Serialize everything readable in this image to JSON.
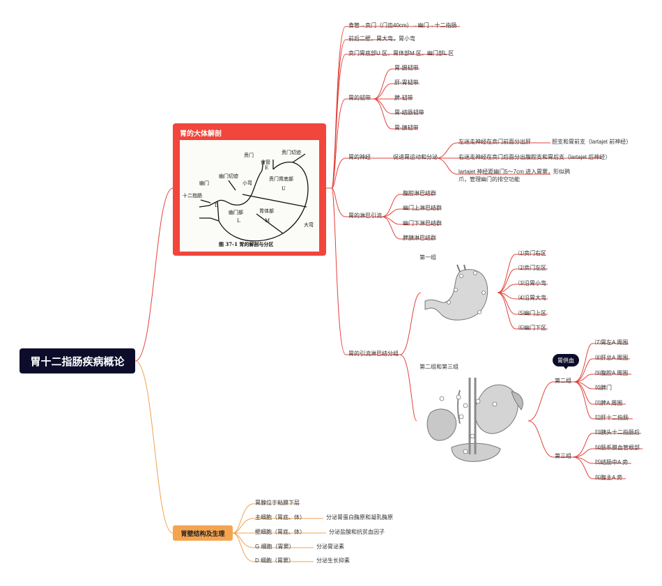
{
  "root": {
    "label": "胃十二指肠疾病概论"
  },
  "anatomy": {
    "title": "胃的大体解剖",
    "figure": {
      "caption": "图 37-1   胃的解剖与分区",
      "labels": {
        "cardia": "贲门",
        "cardiac_notch": "贲门切迹",
        "esophagus": "食管",
        "e": "E",
        "fundus": "贲门胃底部",
        "u": "U",
        "pylorus_notch": "幽门切迹",
        "lesser_curvature": "小弯",
        "pylorus": "幽门",
        "duodenum": "十二指肠",
        "d": "D",
        "pyloric_part": "幽门部",
        "l": "L",
        "body": "胃体部",
        "m": "M",
        "greater_curvature": "大弯"
      }
    },
    "items": [
      "食管→贲门（门齿40cm）→幽门→十二指肠",
      "前后二壁，胃大弯，胃小弯",
      "贲门胃底部U 区、胃体部M 区、幽门部L 区"
    ],
    "ligaments": {
      "label": "胃的韧带",
      "items": [
        "胃-膈韧带",
        "肝-胃韧带",
        "脾-韧带",
        "胃-结肠韧带",
        "胃-胰韧带"
      ]
    },
    "nerves": {
      "label": "胃的神经",
      "sub": "促进胃运动和分泌",
      "items": [
        {
          "text": "左迷走神经在贲门前面分出肝",
          "extra": "胆支和胃前支（lartajet 前神经）"
        },
        {
          "text": "右迷走神经在贲门后面分出腹腔支和胃后支（lartajet 后神经）",
          "extra": ""
        },
        {
          "text": "lartajet 神经距幽门5～7cm 进入胃窦，形似鸦",
          "line2": "爪，管理幽门的排空功能"
        }
      ]
    },
    "lymph": {
      "label": "胃的淋巴引流",
      "items": [
        "腹腔淋巴结群",
        "幽门上淋巴结群",
        "幽门下淋巴结群",
        "脾胰淋巴结群"
      ]
    },
    "lymph_groups": {
      "label": "胃的引流淋巴结分组",
      "group1": {
        "label": "第一组",
        "items": [
          "⑴贲门右区",
          "⑵贲门左区",
          "⑶沿胃小弯",
          "⑷沿胃大弯",
          "⑸幽门上区",
          "⑹幽门下区"
        ]
      },
      "group23_label": "第二组和第三组",
      "badge": "胃供血",
      "group2": {
        "label": "第二组",
        "items": [
          "⑺胃左A 周围",
          "⑻肝总A 周围",
          "⑼腹腔A 周围",
          "⑽脾门",
          "⑾脾A 周围",
          "⑿肝十二指肠"
        ]
      },
      "group3": {
        "label": "第三组",
        "items": [
          "⒀胰头十二指肠后",
          "⒁肠系膜血管根部",
          "⒂结肠中A 旁",
          "⒃腹主A 旁"
        ]
      }
    }
  },
  "wall": {
    "title": "胃壁结构及生理",
    "items": [
      {
        "text": "胃腺位于粘膜下层",
        "extra": ""
      },
      {
        "text": "主细胞（胃底、体）",
        "extra": "分泌胃蛋白酶原和凝乳酶原"
      },
      {
        "text": "壁细胞（胃底、体）",
        "extra": "分泌盐酸和抗贫血因子"
      },
      {
        "text": "G 细胞（胃窦）",
        "extra": "分泌胃泌素"
      },
      {
        "text": "D 细胞（胃窦）",
        "extra": "分泌生长抑素"
      }
    ]
  },
  "colors": {
    "red": "#e0413a",
    "orange": "#f4a44f",
    "dark": "#0d0d2b"
  }
}
